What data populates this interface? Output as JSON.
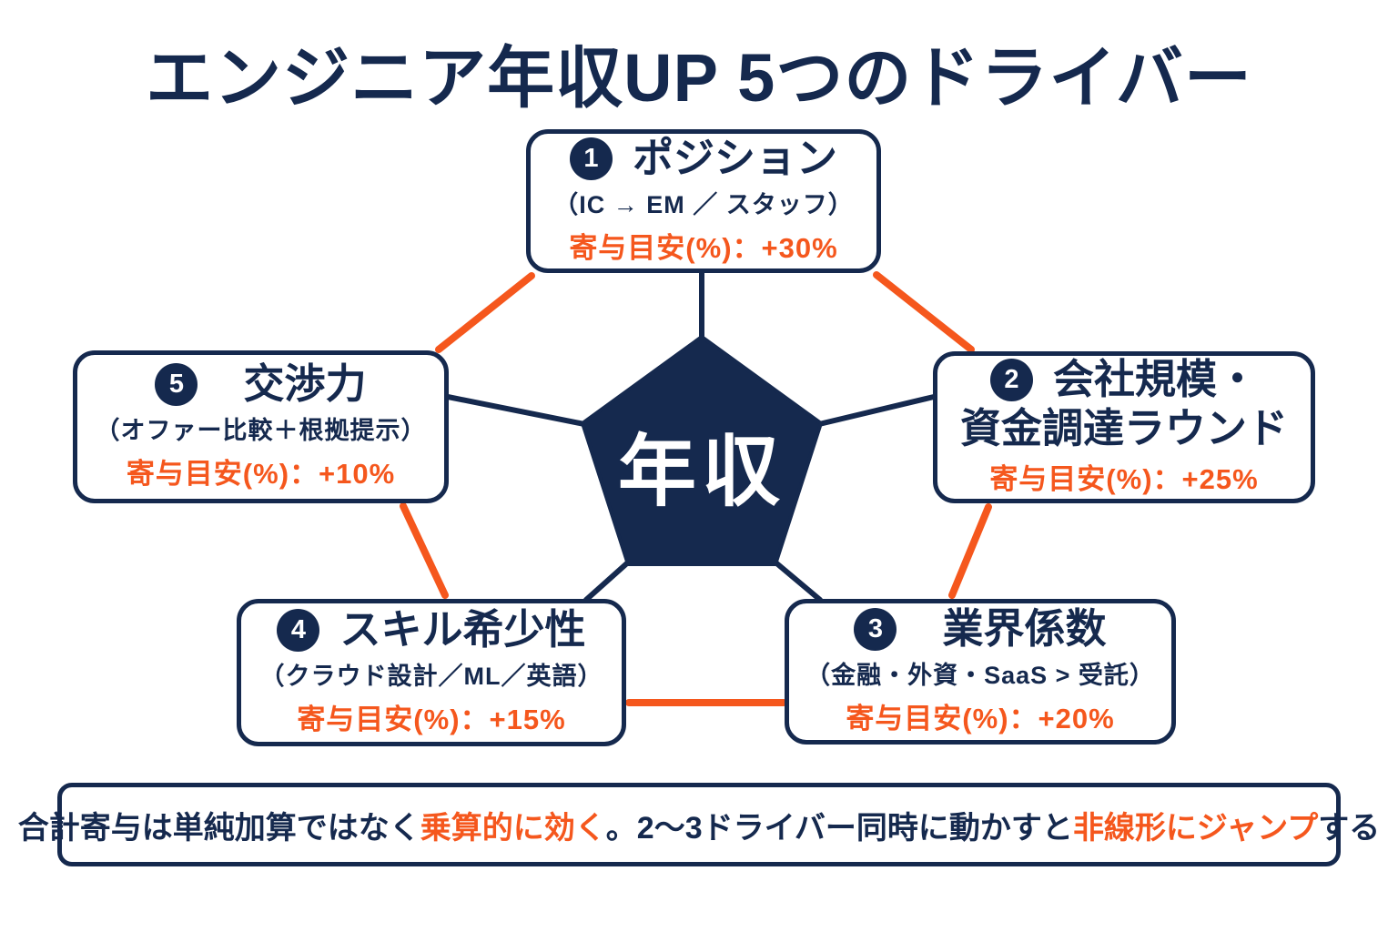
{
  "colors": {
    "navy": "#15294E",
    "orange": "#F5571D",
    "background": "#FFFFFF"
  },
  "title": "エンジニア年収UP 5つのドライバー",
  "center_label": "年収",
  "drivers": [
    {
      "number": "1",
      "title": "ポジション",
      "title2": "",
      "subtitle": "（IC → EM ／ スタッフ）",
      "contribution": "寄与目安(%)：+30%"
    },
    {
      "number": "2",
      "title": "会社規模・",
      "title2": "資金調達ラウンド",
      "subtitle": "",
      "contribution": "寄与目安(%)：+25%"
    },
    {
      "number": "3",
      "title": "業界係数",
      "title2": "",
      "subtitle": "（金融・外資・SaaS > 受託）",
      "contribution": "寄与目安(%)：+20%"
    },
    {
      "number": "4",
      "title": "スキル希少性",
      "title2": "",
      "subtitle": "（クラウド設計／ML／英語）",
      "contribution": "寄与目安(%)：+15%"
    },
    {
      "number": "5",
      "title": "交渉力",
      "title2": "",
      "subtitle": "（オファー比較＋根拠提示）",
      "contribution": "寄与目安(%)：+10%"
    }
  ],
  "footer": {
    "seg1": "合計寄与は単純加算ではなく",
    "seg2": "乗算的に効く",
    "seg3": "。2〜3ドライバー同時に動かすと",
    "seg4": "非線形にジャンプ",
    "seg5": "する"
  }
}
